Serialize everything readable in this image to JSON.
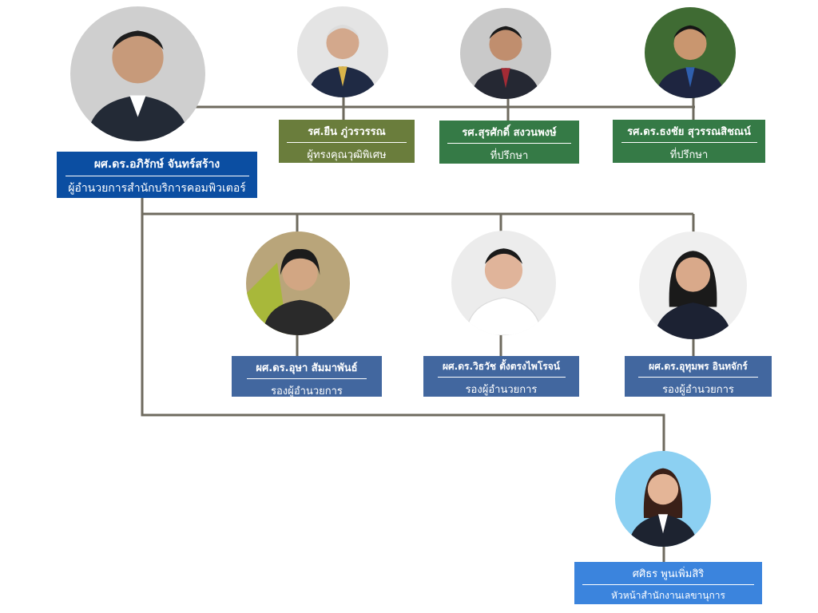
{
  "colors": {
    "line": "#6e6a5e",
    "director": "#0b4ea2",
    "olive": "#6a7d3c",
    "advisor": "#357a46",
    "deputy": "#42679f",
    "secretary": "#3b84dd"
  },
  "director": {
    "name": "ผศ.ดร.อภิรักษ์ จันทร์สร้าง",
    "role": "ผู้อำนวยการสำนักบริการคอมพิวเตอร์",
    "photo": "director-portrait"
  },
  "advisors": [
    {
      "name": "รศ.ยืน ภู่วรวรรณ",
      "role": "ผู้ทรงคุณวุฒิพิเศษ",
      "photo": "senior-advisor-portrait"
    },
    {
      "name": "รศ.สุรศักดิ์ สงวนพงษ์",
      "role": "ที่ปรึกษา",
      "photo": "advisor-portrait"
    },
    {
      "name": "รศ.ดร.ธงชัย สุวรรณสิชณน์",
      "role": "ที่ปรึกษา",
      "photo": "advisor-portrait"
    }
  ],
  "deputies": [
    {
      "name": "ผศ.ดร.อุษา สัมมาพันธ์",
      "role": "รองผู้อำนวยการ",
      "photo": "deputy-portrait"
    },
    {
      "name": "ผศ.ดร.วิธวัช ตั้งตรงไพโรจน์",
      "role": "รองผู้อำนวยการ",
      "photo": "deputy-portrait"
    },
    {
      "name": "ผศ.ดร.อุทุมพร อินทจักร์",
      "role": "รองผู้อำนวยการ",
      "photo": "deputy-portrait"
    }
  ],
  "secretary": {
    "name": "ศศิธร พูนเพิ่มสิริ",
    "role": "หัวหน้าสำนักงานเลขานุการ",
    "photo": "secretary-portrait"
  }
}
